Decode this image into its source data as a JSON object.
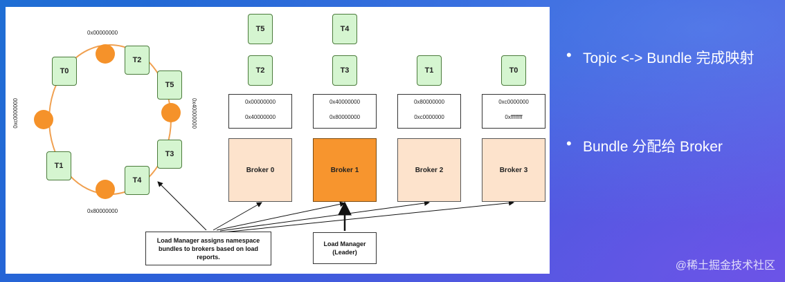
{
  "ring": {
    "hash_top": "0x00000000",
    "hash_right": "0x40000000",
    "hash_bottom": "0x80000000",
    "hash_left": "0xc0000000",
    "topics": [
      "T0",
      "T1",
      "T2",
      "T3",
      "T4",
      "T5"
    ]
  },
  "stacks": {
    "top_row": [
      "T5",
      "T4"
    ],
    "second_row": [
      "T2",
      "T3",
      "T1",
      "T0"
    ]
  },
  "ranges": [
    [
      "0x00000000",
      "0x40000000"
    ],
    [
      "0x40000000",
      "0x80000000"
    ],
    [
      "0x80000000",
      "0xc0000000"
    ],
    [
      "0xc0000000",
      "0xffffffff"
    ]
  ],
  "brokers": [
    "Broker 0",
    "Broker 1",
    "Broker 2",
    "Broker 3"
  ],
  "notes": {
    "load_manager_assigns": "Load Manager assigns namespace bundles to brokers based on load reports.",
    "leader": "Load Manager (Leader)"
  },
  "bullets": [
    "Topic <-> Bundle 完成映射",
    "Bundle 分配给 Broker"
  ],
  "footer": "@稀土掘金技术社区",
  "colors": {
    "topic_fill": "#d5f5d0",
    "bundle_dot": "#f5922a",
    "broker_fill": "#fde3cc",
    "leader_fill": "#f7952e",
    "background": "#2a5fd8"
  }
}
